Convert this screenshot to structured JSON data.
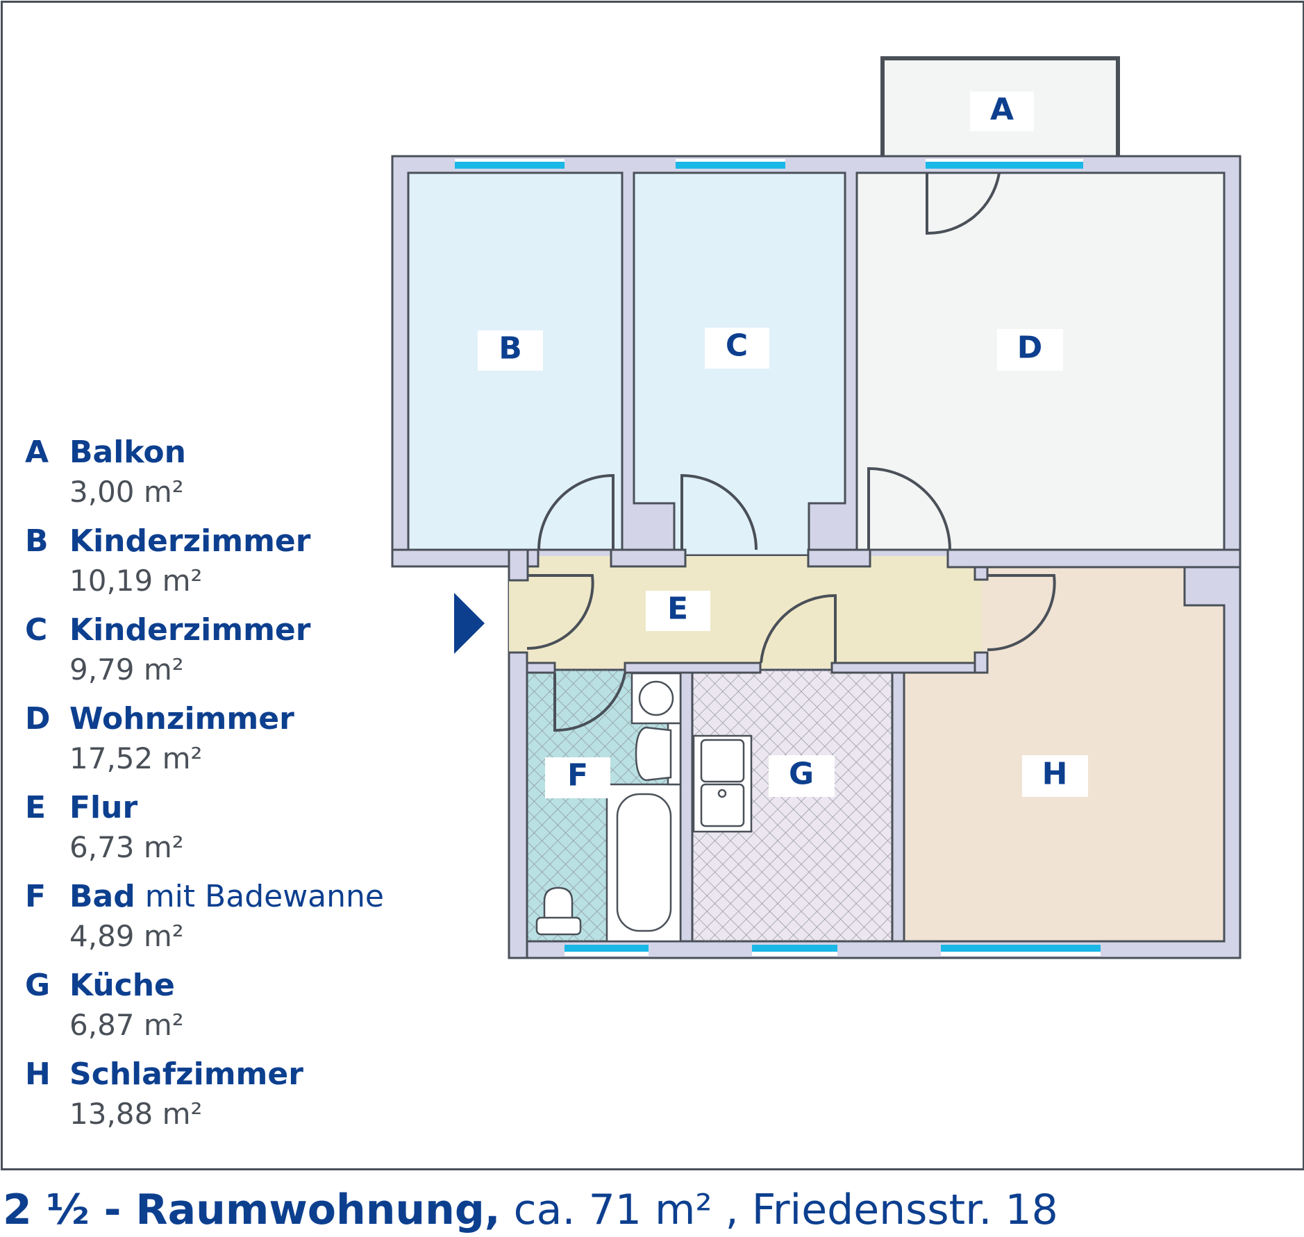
{
  "plan": {
    "rooms": {
      "A": "A",
      "B": "B",
      "C": "C",
      "D": "D",
      "E": "E",
      "F": "F",
      "G": "G",
      "H": "H"
    },
    "colors": {
      "wall": "#d3d4e8",
      "outline": "#4a5058",
      "window": "#1ab8e6",
      "bedroom": "#e0f1fa",
      "living": "#f3f5f4",
      "hall": "#efe8c8",
      "bath": "#b9e0e3",
      "kitchen": "#ebe6f0",
      "sleep": "#f0e3d4",
      "text": "#0d3f8f"
    }
  },
  "legend": [
    {
      "letter": "A",
      "name": "Balkon",
      "extra": "",
      "area": "3,00 m²"
    },
    {
      "letter": "B",
      "name": "Kinderzimmer",
      "extra": "",
      "area": "10,19 m²"
    },
    {
      "letter": "C",
      "name": "Kinderzimmer",
      "extra": "",
      "area": "9,79 m²"
    },
    {
      "letter": "D",
      "name": "Wohnzimmer",
      "extra": "",
      "area": "17,52 m²"
    },
    {
      "letter": "E",
      "name": "Flur",
      "extra": "",
      "area": "6,73 m²"
    },
    {
      "letter": "F",
      "name": "Bad",
      "extra": " mit Badewanne",
      "area": "4,89 m²"
    },
    {
      "letter": "G",
      "name": "Küche",
      "extra": "",
      "area": "6,87 m²"
    },
    {
      "letter": "H",
      "name": "Schlafzimmer",
      "extra": "",
      "area": "13,88 m²"
    }
  ],
  "title": {
    "main": "2 ½ - Raumwohnung,",
    "rest": " ca. 71 m² , Friedensstr. 18"
  }
}
